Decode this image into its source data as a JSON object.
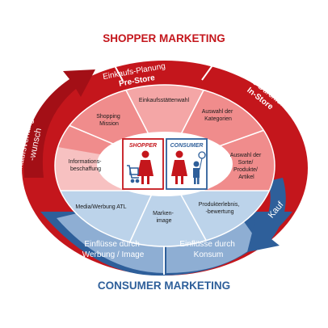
{
  "top_title": "SHOPPER MARKETING",
  "bottom_title": "CONSUMER MARKETING",
  "ring": {
    "left": [
      "Einkaufsverlangen,",
      "-wunsch"
    ],
    "top_left": [
      "Einkaufs-Planung",
      "Pre-Store"
    ],
    "top_right": [
      "Einkaufs-Durchführung",
      "In-Store"
    ],
    "right_arrow": "Kauf",
    "bottom_left": [
      "Einflüsse durch",
      "Werbung / Image"
    ],
    "bottom_right": [
      "Einflüsse durch",
      "Konsum"
    ]
  },
  "segments": {
    "shopping_mission": [
      "Shopping",
      "Mission"
    ],
    "einkaufsstaettenwahl": "Einkaufsstättenwahl",
    "auswahl_kategorien": [
      "Auswahl der",
      "Kategorien"
    ],
    "auswahl_sorte": [
      "Auswahl der",
      "Sorte/",
      "Produkte/",
      "Artikel"
    ],
    "informationsbeschaffung": [
      "Informations-",
      "beschaffung"
    ],
    "media_werbung": "Media/Werbung ATL",
    "markenimage": [
      "Marken-",
      "image"
    ],
    "produkterlebnis": [
      "Produkterlebnis,",
      "-bewertung"
    ]
  },
  "center": {
    "shopper_label": "SHOPPER",
    "consumer_label": "CONSUMER"
  },
  "colors": {
    "shopper_red": "#c4161c",
    "consumer_blue": "#2e5f9a",
    "pink_segment": "#f08c8c",
    "light_blue_segment": "#bcd3ea"
  }
}
